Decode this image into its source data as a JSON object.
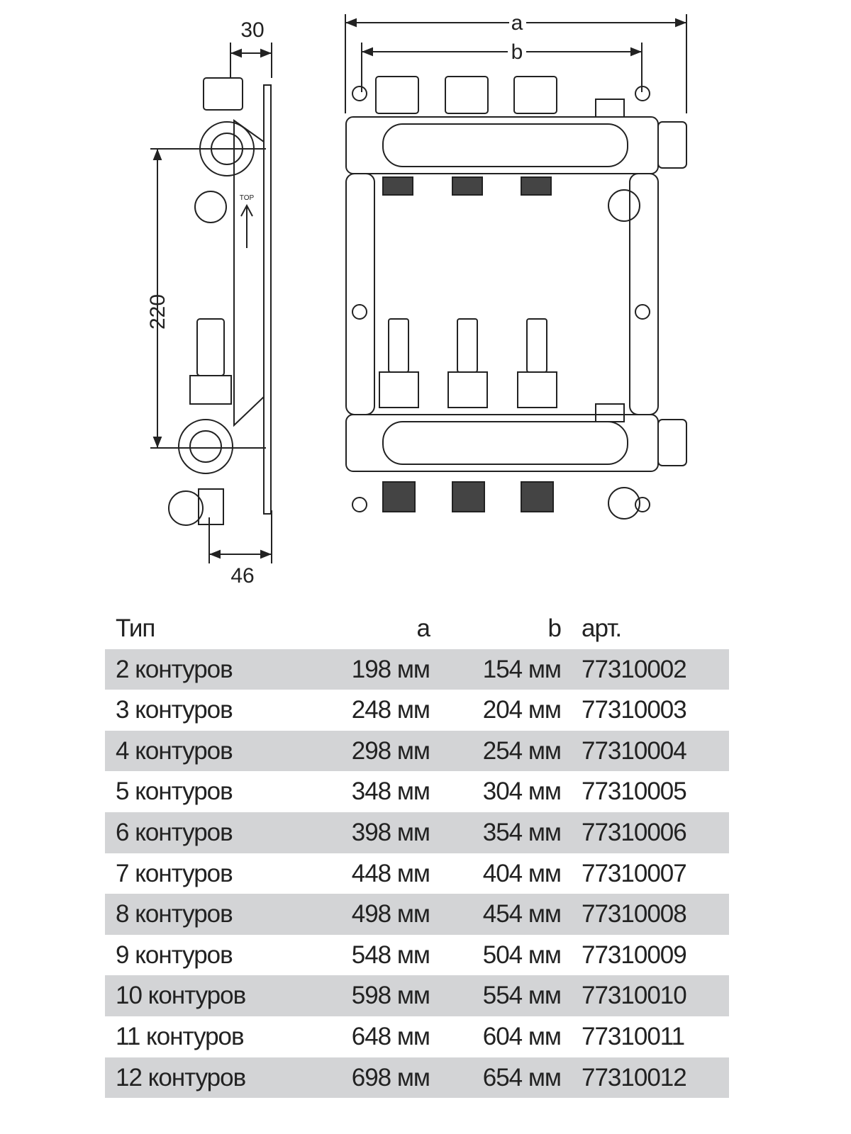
{
  "drawing": {
    "dim_top_side": "30",
    "dim_height": "220",
    "dim_bottom_side": "46",
    "dim_a": "a",
    "dim_b": "b",
    "top_mark": "TOP"
  },
  "table": {
    "headers": {
      "type": "Тип",
      "a": "a",
      "b": "b",
      "art": "арт."
    },
    "rows": [
      {
        "type": "2 контуров",
        "a": "198 мм",
        "b": "154 мм",
        "art": "77310002"
      },
      {
        "type": "3 контуров",
        "a": "248 мм",
        "b": "204 мм",
        "art": "77310003"
      },
      {
        "type": "4 контуров",
        "a": "298 мм",
        "b": "254 мм",
        "art": "77310004"
      },
      {
        "type": "5 контуров",
        "a": "348 мм",
        "b": "304 мм",
        "art": "77310005"
      },
      {
        "type": "6 контуров",
        "a": "398 мм",
        "b": "354 мм",
        "art": "77310006"
      },
      {
        "type": "7 контуров",
        "a": "448 мм",
        "b": "404 мм",
        "art": "77310007"
      },
      {
        "type": "8 контуров",
        "a": "498 мм",
        "b": "454 мм",
        "art": "77310008"
      },
      {
        "type": "9 контуров",
        "a": "548 мм",
        "b": "504 мм",
        "art": "77310009"
      },
      {
        "type": "10 контуров",
        "a": "598 мм",
        "b": "554 мм",
        "art": "77310010"
      },
      {
        "type": "11 контуров",
        "a": "648 мм",
        "b": "604 мм",
        "art": "77310011"
      },
      {
        "type": "12 контуров",
        "a": "698 мм",
        "b": "654 мм",
        "art": "77310012"
      }
    ]
  }
}
